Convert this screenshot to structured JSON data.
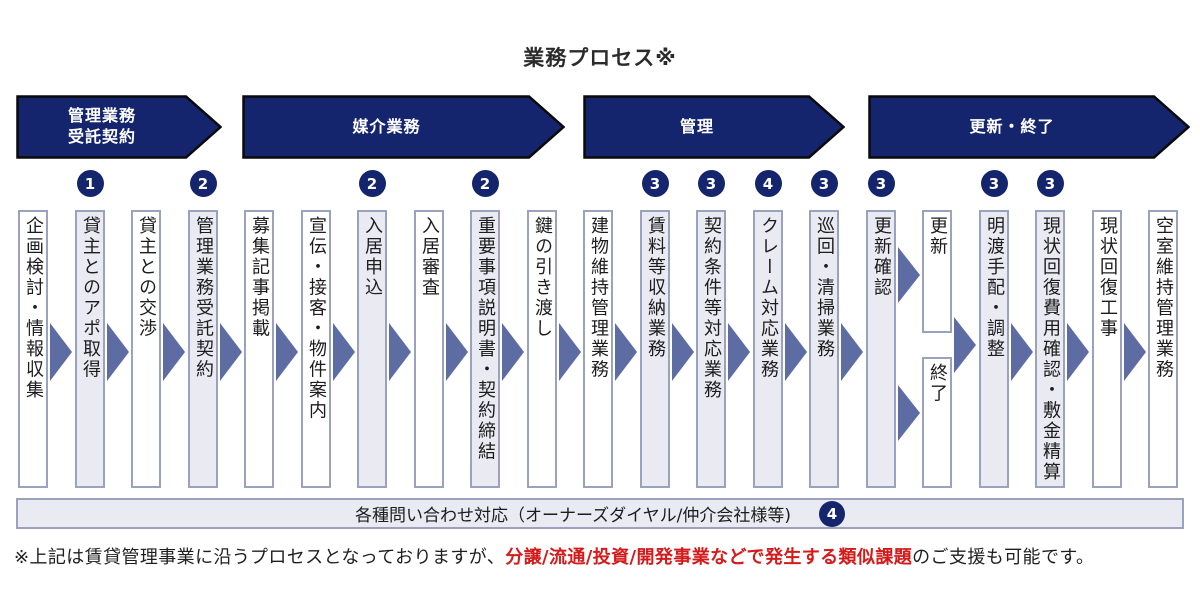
{
  "title": "業務プロセス※",
  "colors": {
    "navy": "#15256d",
    "flow_arrow": "#5e6ca4",
    "step_border": "#9aa2bd",
    "step_shaded_bg": "#e9eaf2",
    "highlight_red": "#d41a1a"
  },
  "phases": [
    {
      "label": "管理業務\n受託契約"
    },
    {
      "label": "媒介業務"
    },
    {
      "label": "管理"
    },
    {
      "label": "更新・終了"
    }
  ],
  "steps": [
    {
      "label": "企画検討・情報収集",
      "shaded": false,
      "badge": null
    },
    {
      "label": "貸主とのアポ取得",
      "shaded": true,
      "badge": "1"
    },
    {
      "label": "貸主との交渉",
      "shaded": false,
      "badge": null
    },
    {
      "label": "管理業務受託契約",
      "shaded": true,
      "badge": "2"
    },
    {
      "label": "募集記事掲載",
      "shaded": false,
      "badge": null
    },
    {
      "label": "宣伝・接客・物件案内",
      "shaded": false,
      "badge": null
    },
    {
      "label": "入居申込",
      "shaded": true,
      "badge": "2"
    },
    {
      "label": "入居審査",
      "shaded": false,
      "badge": null
    },
    {
      "label": "重要事項説明書・契約締結",
      "shaded": true,
      "badge": "2"
    },
    {
      "label": "鍵の引き渡し",
      "shaded": false,
      "badge": null
    },
    {
      "label": "建物維持管理業務",
      "shaded": false,
      "badge": null
    },
    {
      "label": "賃料等収納業務",
      "shaded": true,
      "badge": "3"
    },
    {
      "label": "契約条件等対応業務",
      "shaded": true,
      "badge": "3"
    },
    {
      "label": "クレーム対応業務",
      "shaded": true,
      "badge": "4"
    },
    {
      "label": "巡回・清掃業務",
      "shaded": true,
      "badge": "3"
    },
    {
      "label": "更新確認",
      "shaded": true,
      "badge": "3"
    },
    {
      "type": "split",
      "top_label": "更新",
      "bottom_label": "終了"
    },
    {
      "label": "明渡手配・調整",
      "shaded": true,
      "badge": "3"
    },
    {
      "label": "現状回復費用確認・敷金精算",
      "shaded": true,
      "badge": "3"
    },
    {
      "label": "現状回復工事",
      "shaded": false,
      "badge": null
    },
    {
      "label": "空室維持管理業務",
      "shaded": false,
      "badge": null
    }
  ],
  "hotline_bar": {
    "label": "各種問い合わせ対応（オーナーズダイヤル/仲介会社様等)",
    "badge": "4"
  },
  "footnote": {
    "prefix": "※上記は賃貸管理事業に沿うプロセスとなっておりますが、",
    "highlight": "分譲/流通/投資/開発事業などで発生する類似課題",
    "suffix": "のご支援も可能です。"
  }
}
